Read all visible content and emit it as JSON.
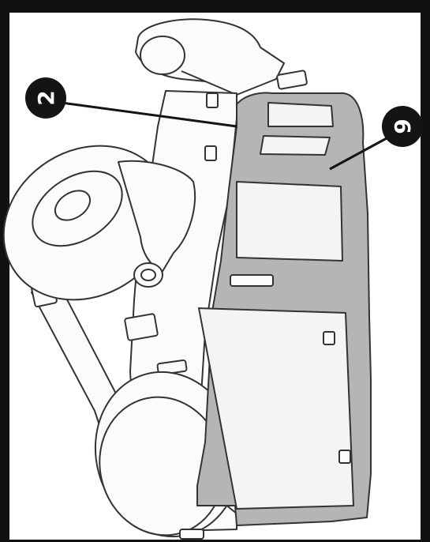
{
  "diagram": {
    "callouts": [
      {
        "id": "callout-left",
        "label": "2"
      },
      {
        "id": "callout-right",
        "label": "9"
      }
    ],
    "colors": {
      "frame": "#111111",
      "outline": "#333333",
      "fill": "#fbfbfb",
      "cab_shade": "#b5b5b5",
      "glass": "#f4f4f4",
      "callout": "#141414"
    }
  }
}
